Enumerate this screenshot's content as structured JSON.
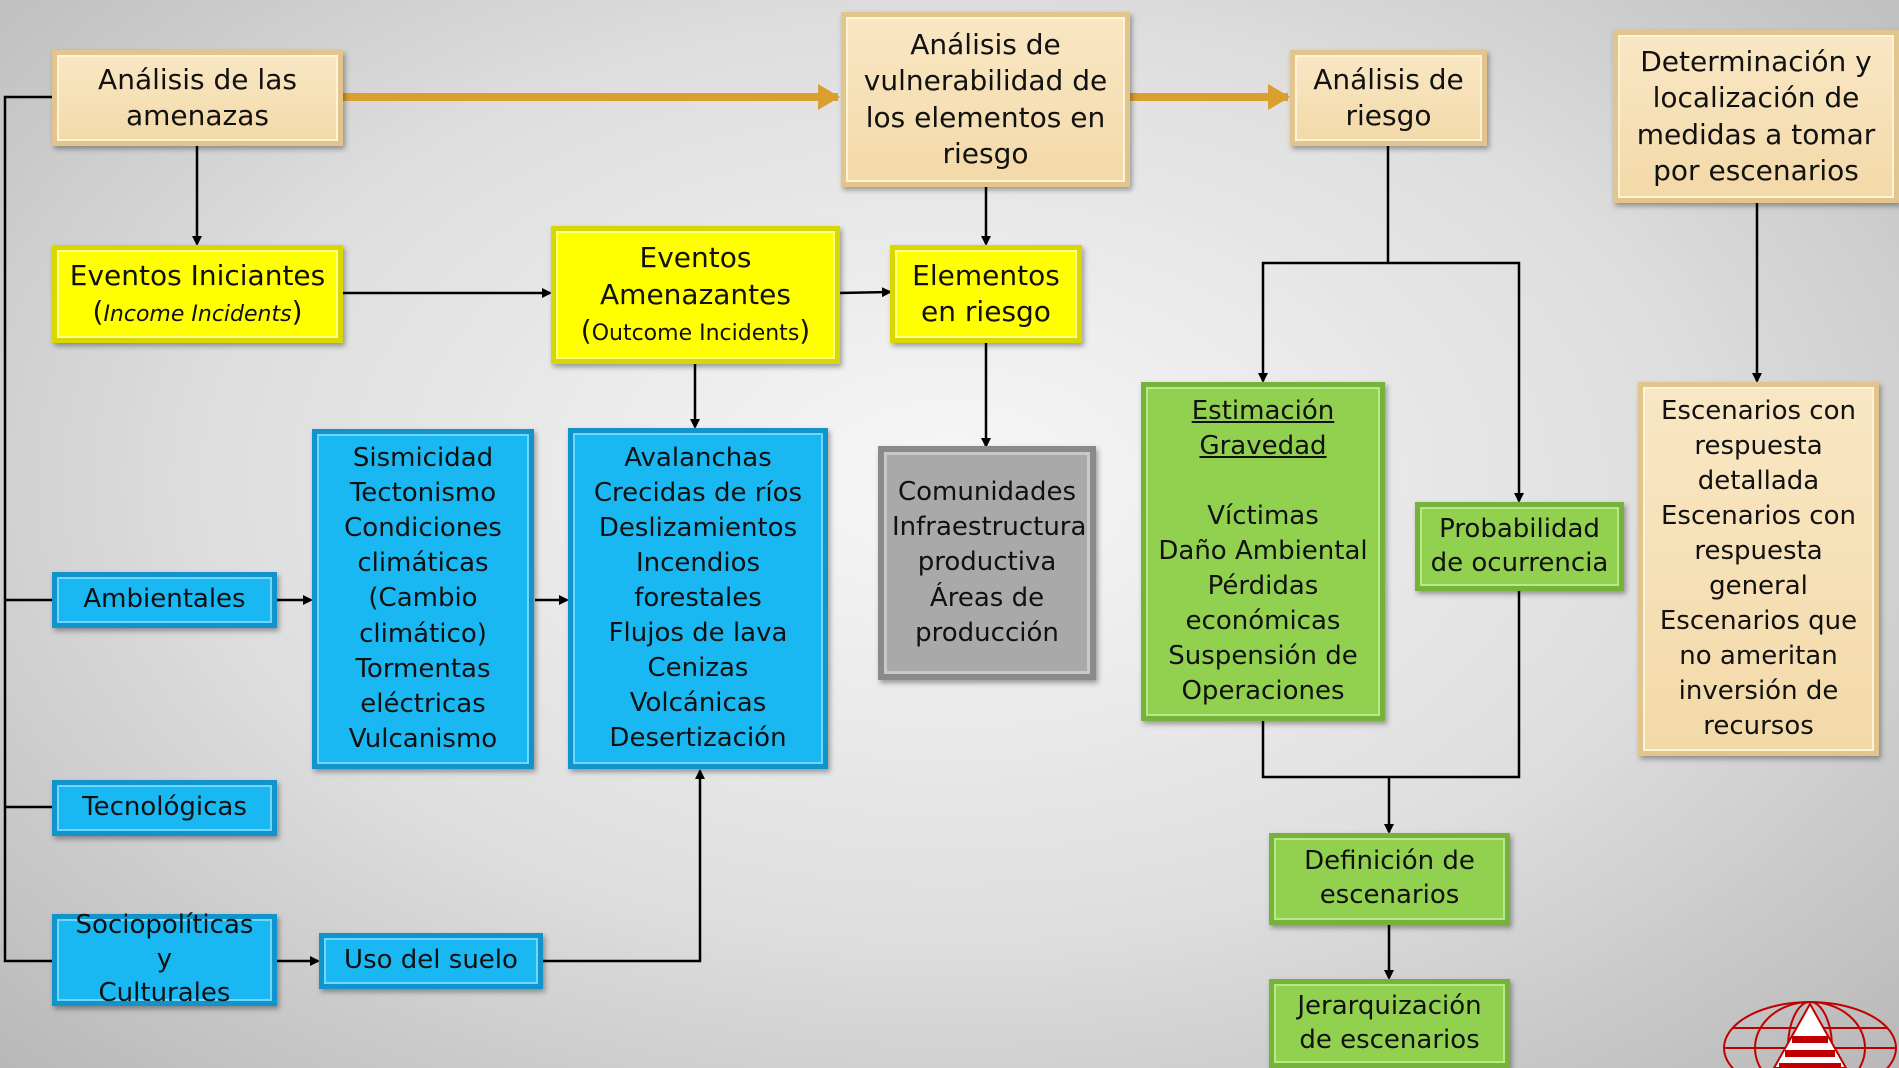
{
  "boxes": {
    "analisis_amenazas": {
      "lines": [
        "Análisis de las",
        "amenazas"
      ]
    },
    "analisis_vulnerabilidad": {
      "lines": [
        "Análisis de",
        "vulnerabilidad de",
        "los elementos en",
        "riesgo"
      ]
    },
    "analisis_riesgo": {
      "lines": [
        "Análisis de",
        "riesgo"
      ]
    },
    "determinacion": {
      "lines": [
        "Determinación y",
        "localización de",
        "medidas a tomar",
        "por escenarios"
      ]
    },
    "eventos_iniciantes": {
      "line1": "Eventos Iniciantes",
      "paren_open": "(",
      "italic": "Income Incidents",
      "paren_close": ")"
    },
    "eventos_amenazantes": {
      "lines": [
        "Eventos",
        "Amenazantes"
      ],
      "paren_open": "(",
      "small": "Outcome Incidents",
      "paren_close": ")"
    },
    "elementos_riesgo": {
      "lines": [
        "Elementos",
        "en riesgo"
      ]
    },
    "ambientales": {
      "label": "Ambientales"
    },
    "tecnologicas": {
      "label": "Tecnológicas"
    },
    "sociopoliticas": {
      "lines": [
        "Sociopolíticas y",
        "Culturales"
      ]
    },
    "uso_suelo": {
      "label": "Uso del suelo"
    },
    "sismicidad": {
      "lines": [
        "Sismicidad",
        "Tectonismo",
        "Condiciones",
        "climáticas",
        "(Cambio",
        "climático)",
        "Tormentas",
        "eléctricas",
        "Vulcanismo"
      ]
    },
    "avalanchas": {
      "lines": [
        "Avalanchas",
        "Crecidas de ríos",
        "Deslizamientos",
        "Incendios",
        "forestales",
        "Flujos de lava",
        "Cenizas",
        "Volcánicas",
        "Desertización"
      ]
    },
    "comunidades": {
      "lines": [
        "Comunidades",
        "Infraestructura",
        "productiva",
        "Áreas de",
        "producción"
      ]
    },
    "estimacion": {
      "title_lines": [
        "Estimación",
        "Gravedad"
      ],
      "lines": [
        "Víctimas",
        "Daño Ambiental",
        "Pérdidas",
        "económicas",
        "Suspensión de",
        "Operaciones"
      ]
    },
    "probabilidad": {
      "lines": [
        "Probabilidad",
        "de ocurrencia"
      ]
    },
    "escenarios": {
      "lines": [
        "Escenarios con",
        "respuesta",
        "detallada",
        "Escenarios con",
        "respuesta",
        "general",
        "Escenarios que",
        "no ameritan",
        "inversión de",
        "recursos"
      ]
    },
    "definicion": {
      "lines": [
        "Definición de",
        "escenarios"
      ]
    },
    "jerarquizacion": {
      "lines": [
        "Jerarquización",
        "de escenarios"
      ]
    }
  },
  "colors": {
    "beige": "#f3d9a8",
    "yellow": "#ffff00",
    "blue": "#19b8f2",
    "gray": "#a9a9a9",
    "green": "#92d050",
    "main_arrow": "#d9a030",
    "connector": "#000000",
    "logo_red": "#c00000"
  },
  "logo": {
    "icon": "globe-triangle-logo"
  }
}
